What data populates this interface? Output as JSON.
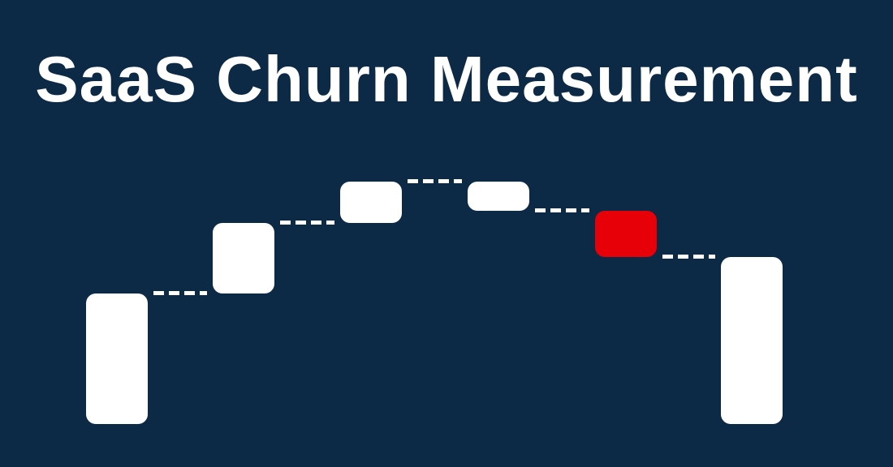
{
  "title": "SaaS Churn Measurement",
  "colors": {
    "background": "#0c2946",
    "title_text": "#ffffff",
    "bar_positive": "#ffffff",
    "bar_highlight": "#e80009",
    "connector": "#ffffff"
  },
  "chart_data": {
    "type": "waterfall",
    "title": "SaaS Churn Measurement",
    "orientation": "vertical",
    "deltas": [
      161,
      87,
      51,
      -36,
      -57
    ],
    "total": 206,
    "highlighted_step_index": 4,
    "bar_color": "#ffffff",
    "highlight_color": "#e80009",
    "connector_style": "dashed",
    "axes_visible": false,
    "gridlines_visible": false,
    "data_labels_visible": false,
    "legend_visible": false,
    "values_estimated_from_pixels": true
  }
}
